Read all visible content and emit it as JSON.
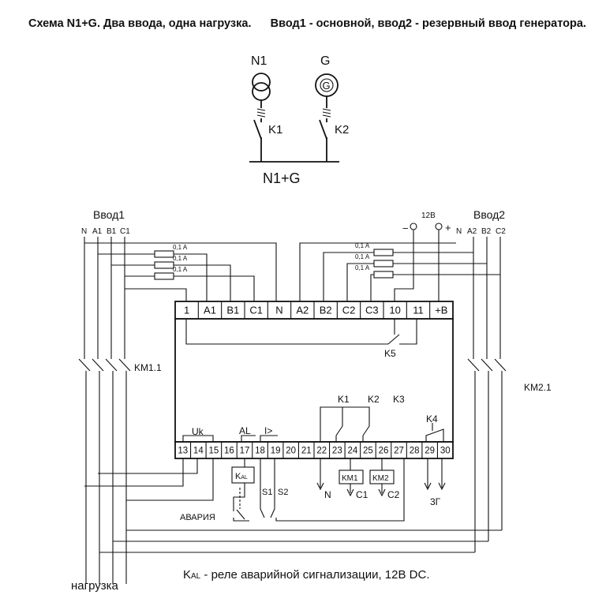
{
  "header": {
    "title_bold": "Схема N1+G.",
    "title_rest": "Два ввода, одна нагрузка.",
    "title_right": "Ввод1 - основной, ввод2 - резервный ввод генератора."
  },
  "top_scheme": {
    "source1_label": "N1",
    "source2_label": "G",
    "generator_symbol": "G",
    "switch1_label": "K1",
    "switch2_label": "K2",
    "bus_label": "N1+G"
  },
  "inputs": {
    "input1_title": "Ввод1",
    "input1_lines": [
      "N",
      "A1",
      "B1",
      "C1"
    ],
    "input2_title": "Ввод2",
    "input2_lines": [
      "A2",
      "B2",
      "C2"
    ],
    "input2_n": "N",
    "power_label": "12В",
    "minus": "−",
    "plus": "+"
  },
  "fuses": {
    "rating": "0,1 A"
  },
  "relay": {
    "top_terminals": [
      "1",
      "A1",
      "B1",
      "C1",
      "N",
      "A2",
      "B2",
      "C2",
      "C3",
      "10",
      "11",
      "+B"
    ],
    "bottom_terminals": [
      "13",
      "14",
      "15",
      "16",
      "17",
      "18",
      "19",
      "20",
      "21",
      "22",
      "23",
      "24",
      "25",
      "26",
      "27",
      "28",
      "29",
      "30"
    ],
    "uk_label": "Uk",
    "al_label": "AL",
    "i_label": "I>",
    "k1": "K1",
    "k2": "K2",
    "k3": "K3",
    "k4": "K4",
    "k5": "K5"
  },
  "contactors": {
    "km11": "KM1.1",
    "km21": "KM2.1"
  },
  "outputs": {
    "kal_main": "K",
    "kal_sub": "AL",
    "km1": "KM1",
    "km2": "KM2",
    "out_n": "N",
    "out_c1": "C1",
    "out_c2": "C2",
    "out_3g": "3Г",
    "s1": "S1",
    "s2": "S2",
    "alarm": "АВАРИЯ"
  },
  "footer": {
    "load": "нагрузка",
    "note_main": "K",
    "note_sub": "AL",
    "note_text": " - реле аварийной сигнализации, 12В DC."
  }
}
